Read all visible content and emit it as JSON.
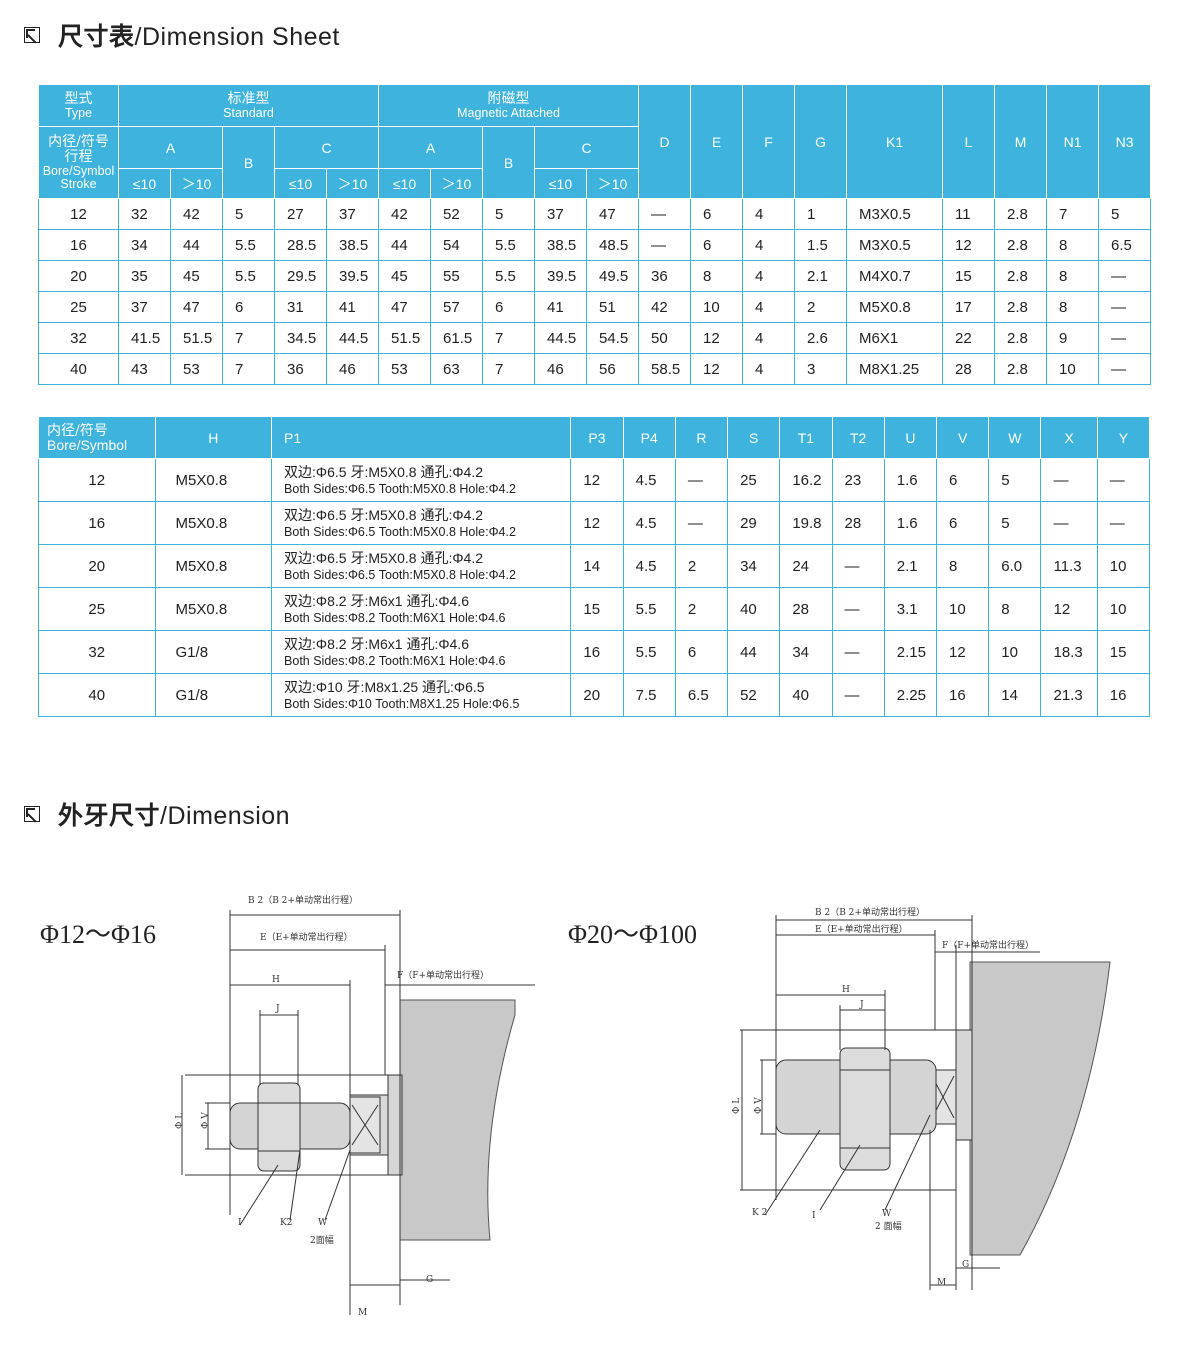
{
  "section1": {
    "title_zh": "尺寸表",
    "title_sep": "/",
    "title_en": "Dimension Sheet"
  },
  "table1": {
    "header": {
      "type_zh": "型式",
      "type_en": "Type",
      "standard_zh": "标准型",
      "standard_en": "Standard",
      "magnetic_zh": "附磁型",
      "magnetic_en": "Magnetic Attached",
      "bore_zh": "内径/符号",
      "stroke_zh": "行程",
      "bore_en": "Bore/Symbol",
      "stroke_en": "Stroke",
      "A": "A",
      "B": "B",
      "C": "C",
      "le10": "≤10",
      "gt10": "＞10",
      "cols": [
        "D",
        "E",
        "F",
        "G",
        "K1",
        "L",
        "M",
        "N1",
        "N3"
      ]
    },
    "rows": [
      [
        "12",
        "32",
        "42",
        "5",
        "27",
        "37",
        "42",
        "52",
        "5",
        "37",
        "47",
        "—",
        "6",
        "4",
        "1",
        "M3X0.5",
        "11",
        "2.8",
        "7",
        "5"
      ],
      [
        "16",
        "34",
        "44",
        "5.5",
        "28.5",
        "38.5",
        "44",
        "54",
        "5.5",
        "38.5",
        "48.5",
        "—",
        "6",
        "4",
        "1.5",
        "M3X0.5",
        "12",
        "2.8",
        "8",
        "6.5"
      ],
      [
        "20",
        "35",
        "45",
        "5.5",
        "29.5",
        "39.5",
        "45",
        "55",
        "5.5",
        "39.5",
        "49.5",
        "36",
        "8",
        "4",
        "2.1",
        "M4X0.7",
        "15",
        "2.8",
        "8",
        "—"
      ],
      [
        "25",
        "37",
        "47",
        "6",
        "31",
        "41",
        "47",
        "57",
        "6",
        "41",
        "51",
        "42",
        "10",
        "4",
        "2",
        "M5X0.8",
        "17",
        "2.8",
        "8",
        "—"
      ],
      [
        "32",
        "41.5",
        "51.5",
        "7",
        "34.5",
        "44.5",
        "51.5",
        "61.5",
        "7",
        "44.5",
        "54.5",
        "50",
        "12",
        "4",
        "2.6",
        "M6X1",
        "22",
        "2.8",
        "9",
        "—"
      ],
      [
        "40",
        "43",
        "53",
        "7",
        "36",
        "46",
        "53",
        "63",
        "7",
        "46",
        "56",
        "58.5",
        "12",
        "4",
        "3",
        "M8X1.25",
        "28",
        "2.8",
        "10",
        "—"
      ]
    ]
  },
  "table2": {
    "header": {
      "bore_zh": "内径/符号",
      "bore_en": "Bore/Symbol",
      "cols": [
        "H",
        "P1",
        "P3",
        "P4",
        "R",
        "S",
        "T1",
        "T2",
        "U",
        "V",
        "W",
        "X",
        "Y"
      ]
    },
    "rows": [
      {
        "bore": "12",
        "H": "M5X0.8",
        "p1_zh": "双边:Φ6.5  牙:M5X0.8  通孔:Φ4.2",
        "p1_en": "Both Sides:Φ6.5  Tooth:M5X0.8 Hole:Φ4.2",
        "rest": [
          "12",
          "4.5",
          "—",
          "25",
          "16.2",
          "23",
          "1.6",
          "6",
          "5",
          "—",
          "—"
        ]
      },
      {
        "bore": "16",
        "H": "M5X0.8",
        "p1_zh": "双边:Φ6.5  牙:M5X0.8  通孔:Φ4.2",
        "p1_en": "Both Sides:Φ6.5  Tooth:M5X0.8 Hole:Φ4.2",
        "rest": [
          "12",
          "4.5",
          "—",
          "29",
          "19.8",
          "28",
          "1.6",
          "6",
          "5",
          "—",
          "—"
        ]
      },
      {
        "bore": "20",
        "H": "M5X0.8",
        "p1_zh": "双边:Φ6.5  牙:M5X0.8  通孔:Φ4.2",
        "p1_en": "Both Sides:Φ6.5  Tooth:M5X0.8 Hole:Φ4.2",
        "rest": [
          "14",
          "4.5",
          "2",
          "34",
          "24",
          "—",
          "2.1",
          "8",
          "6.0",
          "11.3",
          "10"
        ]
      },
      {
        "bore": "25",
        "H": "M5X0.8",
        "p1_zh": "双边:Φ8.2  牙:M6x1   通孔:Φ4.6",
        "p1_en": "Both Sides:Φ8.2  Tooth:M6X1     Hole:Φ4.6",
        "rest": [
          "15",
          "5.5",
          "2",
          "40",
          "28",
          "—",
          "3.1",
          "10",
          "8",
          "12",
          "10"
        ]
      },
      {
        "bore": "32",
        "H": "G1/8",
        "p1_zh": "双边:Φ8.2  牙:M6x1   通孔:Φ4.6",
        "p1_en": "Both Sides:Φ8.2  Tooth:M6X1     Hole:Φ4.6",
        "rest": [
          "16",
          "5.5",
          "6",
          "44",
          "34",
          "—",
          "2.15",
          "12",
          "10",
          "18.3",
          "15"
        ]
      },
      {
        "bore": "40",
        "H": "G1/8",
        "p1_zh": "双边:Φ10  牙:M8x1.25  通孔:Φ6.5",
        "p1_en": "Both Sides:Φ10  Tooth:M8X1.25 Hole:Φ6.5",
        "rest": [
          "20",
          "7.5",
          "6.5",
          "52",
          "40",
          "—",
          "2.25",
          "16",
          "14",
          "21.3",
          "16"
        ]
      }
    ]
  },
  "section2": {
    "title_zh": "外牙尺寸",
    "title_sep": "/",
    "title_en": "Dimension"
  },
  "diagram_left": {
    "label": "Φ12～Φ16",
    "B2": "B 2（B 2+单动常出行程）",
    "E": "E（E+单动常出行程）",
    "F": "F（F+单动常出行程）",
    "H": "H",
    "J": "J",
    "L": "Φ L",
    "V": "Φ V",
    "I": "I",
    "K2": "K2",
    "W": "W",
    "W2": "2面幅",
    "G": "G",
    "M": "M"
  },
  "diagram_right": {
    "label": "Φ20～Φ100",
    "B2": "B 2（B 2+单动常出行程）",
    "E": "E（E+单动常出行程）",
    "F": "F（F+单动常出行程）",
    "H": "H",
    "J": "J",
    "L": "Φ L",
    "V": "Φ V",
    "I": "I",
    "K2": "K 2",
    "W": "W",
    "W2": "2 面幅",
    "G": "G",
    "M": "M"
  }
}
